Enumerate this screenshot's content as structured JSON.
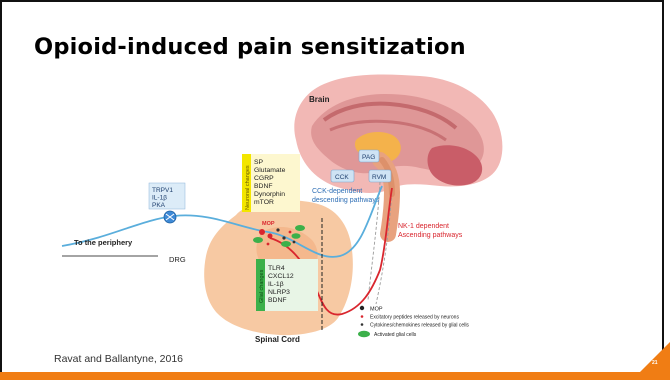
{
  "slide": {
    "title": "Opioid-induced pain sensitization",
    "citation": "Ravat and Ballantyne, 2016",
    "page_number": "21"
  },
  "diagram": {
    "brain_label": "Brain",
    "pag_label": "PAG",
    "rvm_label": "RVM",
    "cck_label": "CCK",
    "cck_pathway": [
      "CCK-dependent",
      "descending pathways"
    ],
    "nk1_pathway": [
      "NK-1 dependent",
      "Ascending pathways"
    ],
    "periphery_label": "To the periphery",
    "drg_label": "DRG",
    "spinal_cord_label": "Spinal Cord",
    "drg_receptors": [
      "TRPV1",
      "IL-1β",
      "PKA"
    ],
    "neuronal_changes": {
      "title": "Neuronal changes",
      "items": [
        "SP",
        "Glutamate",
        "CGRP",
        "BDNF",
        "Dynorphin",
        "mTOR"
      ]
    },
    "glial_changes": {
      "title": "Glial changes",
      "items": [
        "TLR4",
        "CXCL12",
        "IL-1β",
        "NLRP3",
        "BDNF"
      ]
    },
    "mop_small": "MOP",
    "legend": [
      "MOP",
      "Excitatory peptides released by neurons",
      "Cytokines/chemokines released by glial cells",
      "Activated glial cells"
    ],
    "colors": {
      "neuronal_bar": "#f3e600",
      "glial_bar": "#3cb04a",
      "accent_orange": "#f07d14",
      "descending_text": "#2f6fb5",
      "ascending_text": "#d9262e"
    }
  }
}
